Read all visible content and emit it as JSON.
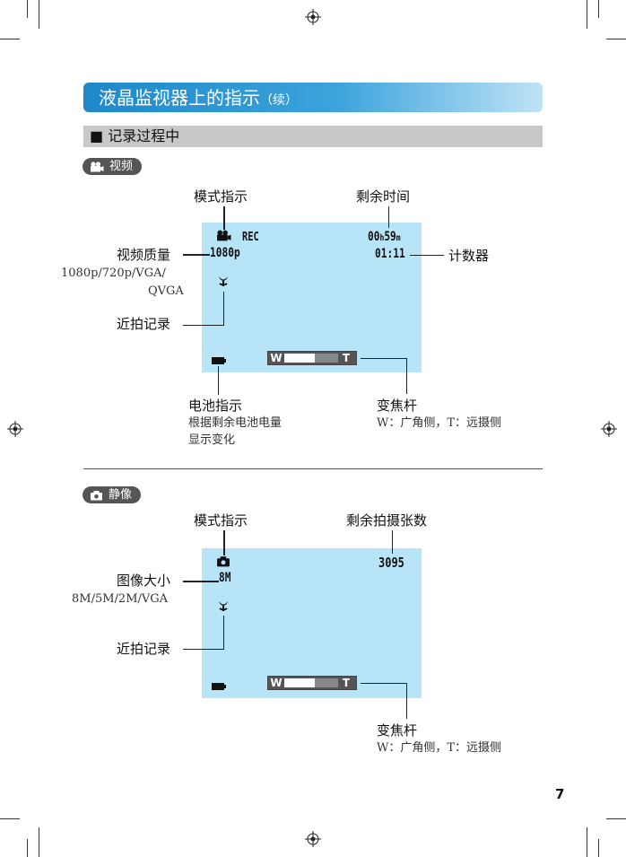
{
  "page": {
    "title": "液晶监视器上的指示",
    "title_suffix": "（续）",
    "section": "■ 记录过程中",
    "page_number": "7"
  },
  "video": {
    "badge": "视频",
    "lcd": {
      "rec": "REC",
      "time_hours": "00",
      "time_h": "h",
      "time_minutes": "59",
      "time_m": "m",
      "quality": "1080p",
      "counter": "01:11"
    },
    "labels": {
      "mode": "模式指示",
      "remaining_time": "剩余时间",
      "quality": "视频质量",
      "quality_note_1": "1080p/720p/VGA/",
      "quality_note_2": "QVGA",
      "counter": "计数器",
      "macro": "近拍记录",
      "battery": "电池指示",
      "battery_note_1": "根据剩余电池电量",
      "battery_note_2": "显示变化",
      "zoom": "变焦杆",
      "zoom_note": "W：广角侧，T：远摄侧"
    }
  },
  "still": {
    "badge": "静像",
    "lcd": {
      "shots": "3095",
      "size": "8M"
    },
    "labels": {
      "mode": "模式指示",
      "remaining_shots": "剩余拍摄张数",
      "size": "图像大小",
      "size_note": "8M/5M/2M/VGA",
      "macro": "近拍记录",
      "zoom": "变焦杆",
      "zoom_note": "W：广角侧，T：远摄侧"
    }
  },
  "zoom_bar": {
    "w": "W",
    "t": "T"
  },
  "icons": [
    "video-camera-icon",
    "camera-icon",
    "macro-flower-icon",
    "battery-icon",
    "registration-mark-icon"
  ]
}
